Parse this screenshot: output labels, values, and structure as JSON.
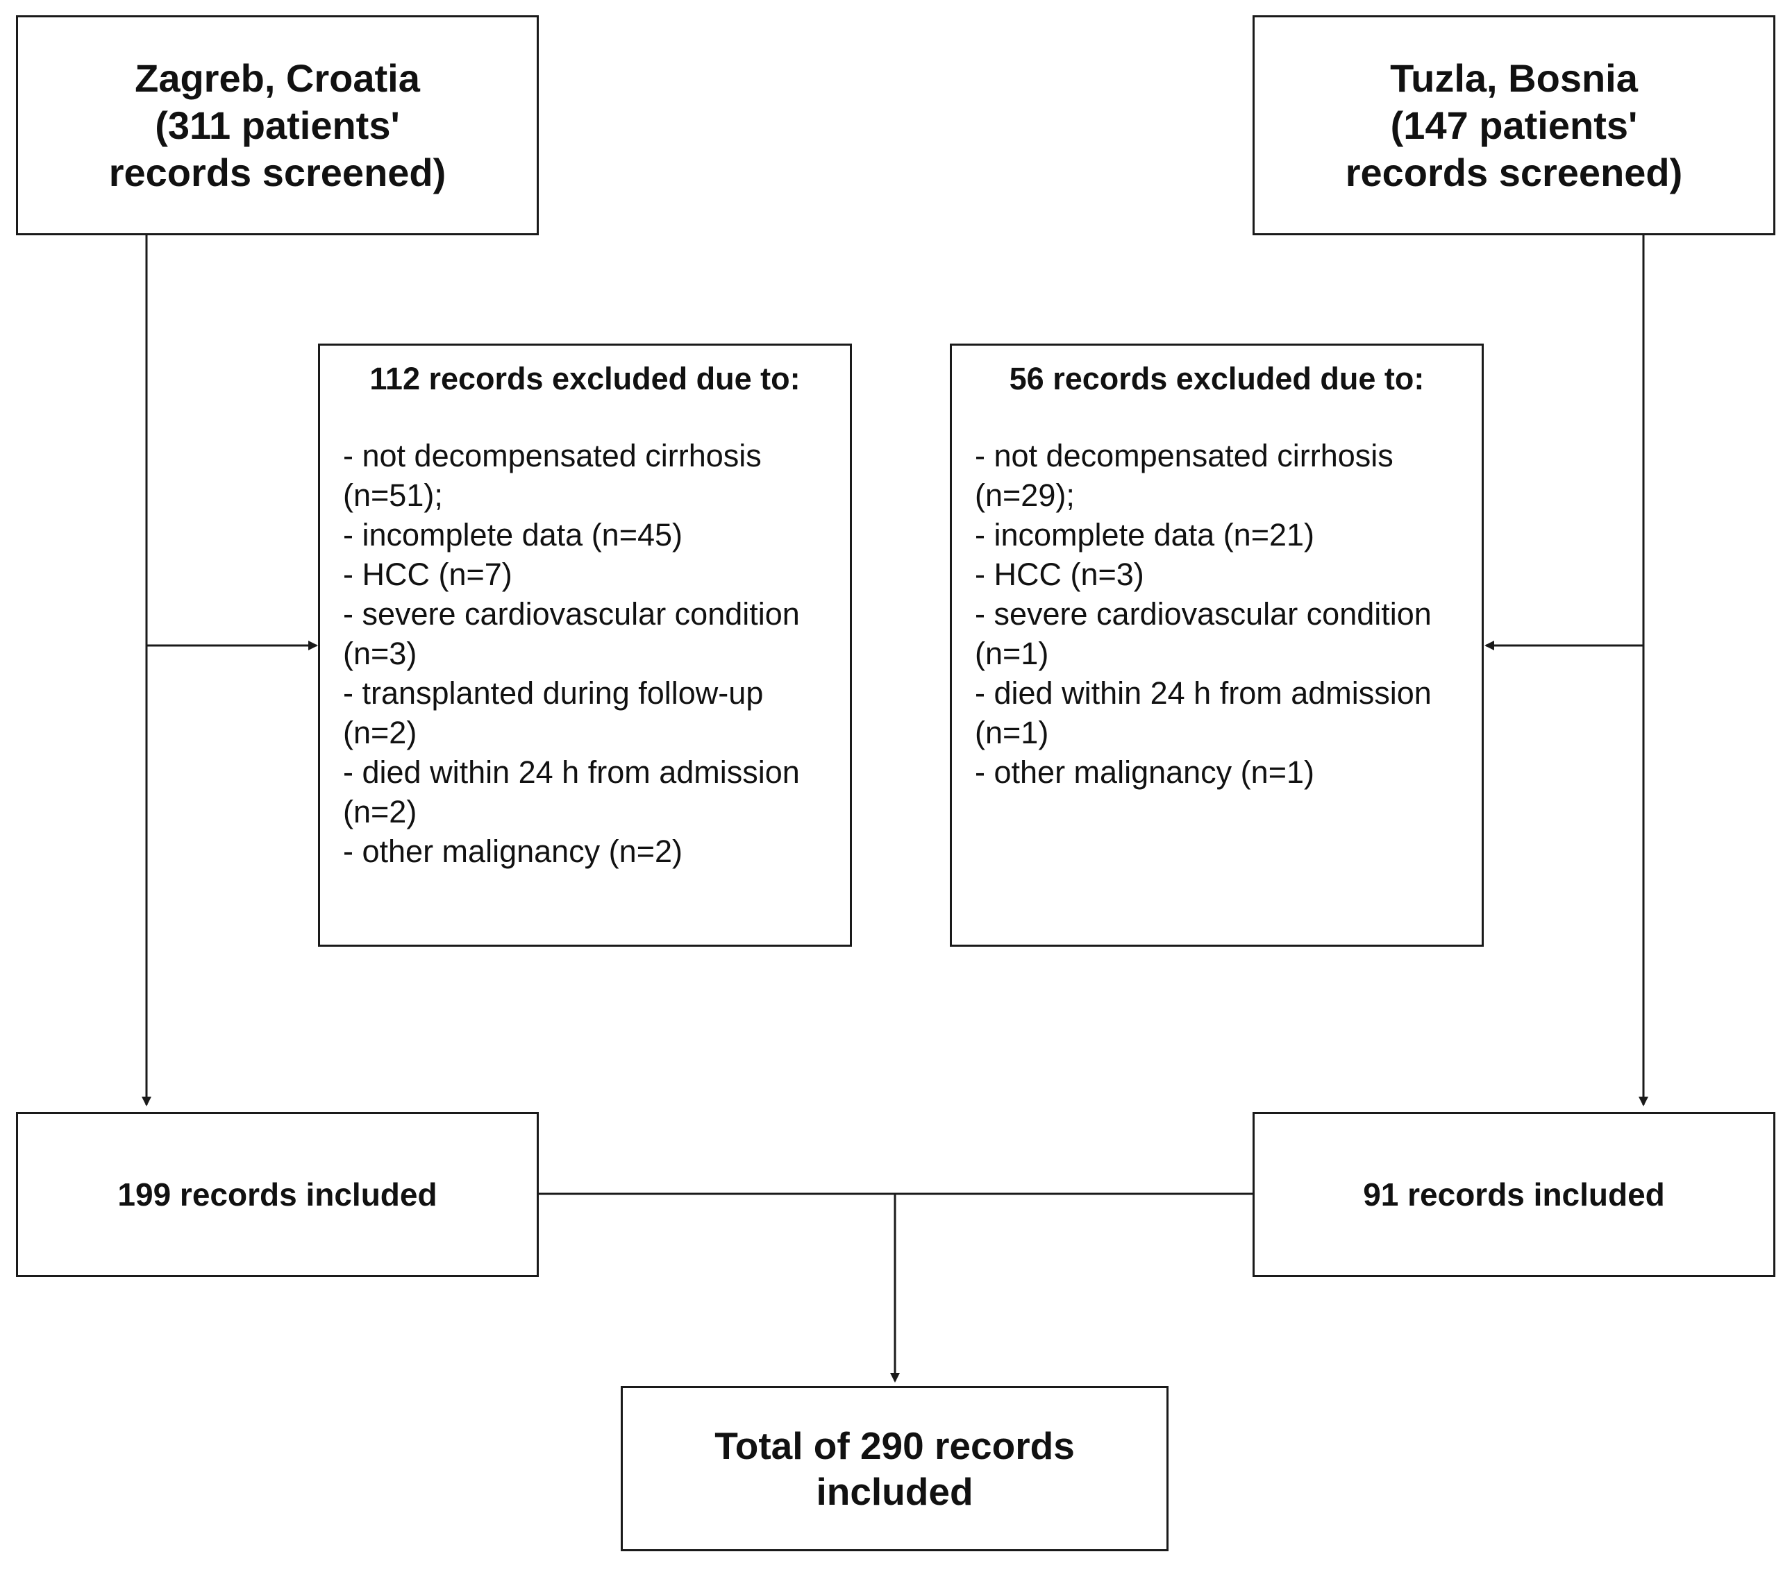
{
  "sites": {
    "left": {
      "title_lines": [
        "Zagreb, Croatia",
        "(311 patients'",
        "records screened)"
      ]
    },
    "right": {
      "title_lines": [
        "Tuzla, Bosnia",
        "(147 patients'",
        "records screened)"
      ]
    }
  },
  "exclusions": {
    "left": {
      "title": "112 records excluded due to:",
      "items": [
        "- not decompensated cirrhosis",
        "(n=51);",
        "- incomplete data (n=45)",
        "- HCC (n=7)",
        "- severe cardiovascular condition",
        "(n=3)",
        "- transplanted during follow-up",
        "(n=2)",
        "- died within 24 h from admission",
        "(n=2)",
        "- other malignancy (n=2)"
      ]
    },
    "right": {
      "title": "56 records excluded due to:",
      "items": [
        "- not decompensated cirrhosis",
        "(n=29);",
        "- incomplete data (n=21)",
        "- HCC (n=3)",
        "- severe cardiovascular condition",
        "(n=1)",
        "- died within 24 h from admission",
        "(n=1)",
        "- other malignancy (n=1)"
      ]
    }
  },
  "included": {
    "left": "199 records included",
    "right": "91 records included"
  },
  "total": {
    "lines": [
      "Total of 290 records",
      "included"
    ]
  }
}
